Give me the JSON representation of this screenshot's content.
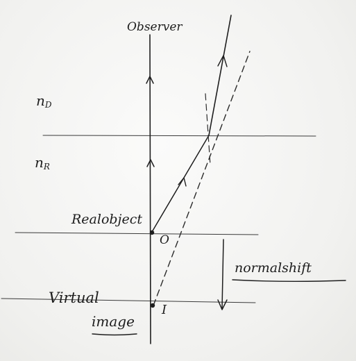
{
  "labels": {
    "observer": "Observer",
    "medium_top": "n",
    "medium_top_sub": "D",
    "medium_bottom": "n",
    "medium_bottom_sub": "R",
    "real_object": "Realobject",
    "object_point": "O",
    "virtual_line1": "Virtual",
    "virtual_line2": "image",
    "image_point": "I",
    "normal_shift": "normalshift"
  },
  "colors": {
    "ink": "#1e1e1e",
    "board": "#f4f4f2"
  }
}
